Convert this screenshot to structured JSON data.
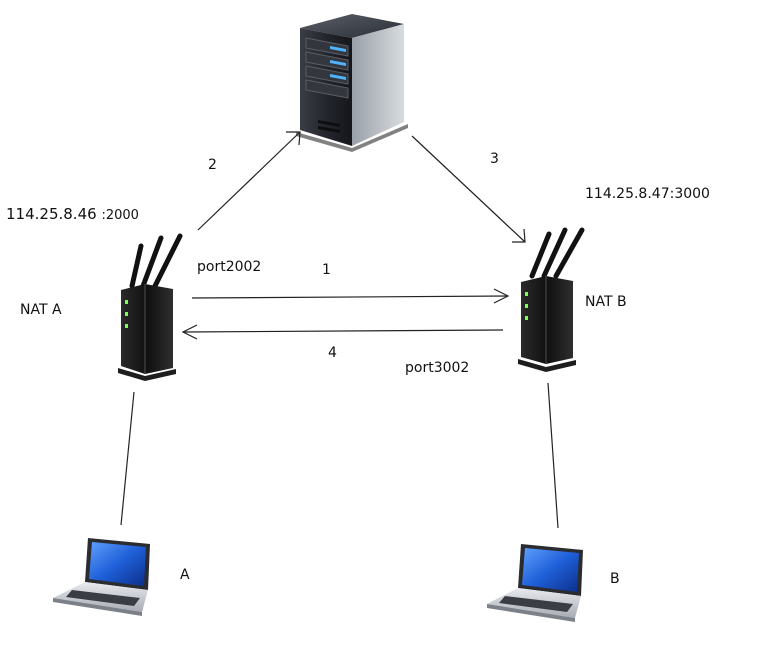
{
  "nodes": {
    "server": {
      "icon": "server-icon"
    },
    "nat_a": {
      "label": "NAT A",
      "icon": "router-icon"
    },
    "nat_b": {
      "label": "NAT B",
      "icon": "router-icon"
    },
    "host_a": {
      "label": "A",
      "icon": "laptop-icon"
    },
    "host_b": {
      "label": "B",
      "icon": "laptop-icon"
    }
  },
  "addresses": {
    "nat_a_ip": "114.25.8.46",
    "nat_a_port": ":2000",
    "nat_b_public": "114.25.8.47:3000"
  },
  "ports": {
    "nat_a_mapped": "port2002",
    "nat_b_mapped": "port3002"
  },
  "steps": {
    "s1": "1",
    "s2": "2",
    "s3": "3",
    "s4": "4"
  },
  "colors": {
    "line": "#222222",
    "laptop_screen": "#1f5fd8",
    "server_light": "#4fb3ff"
  }
}
